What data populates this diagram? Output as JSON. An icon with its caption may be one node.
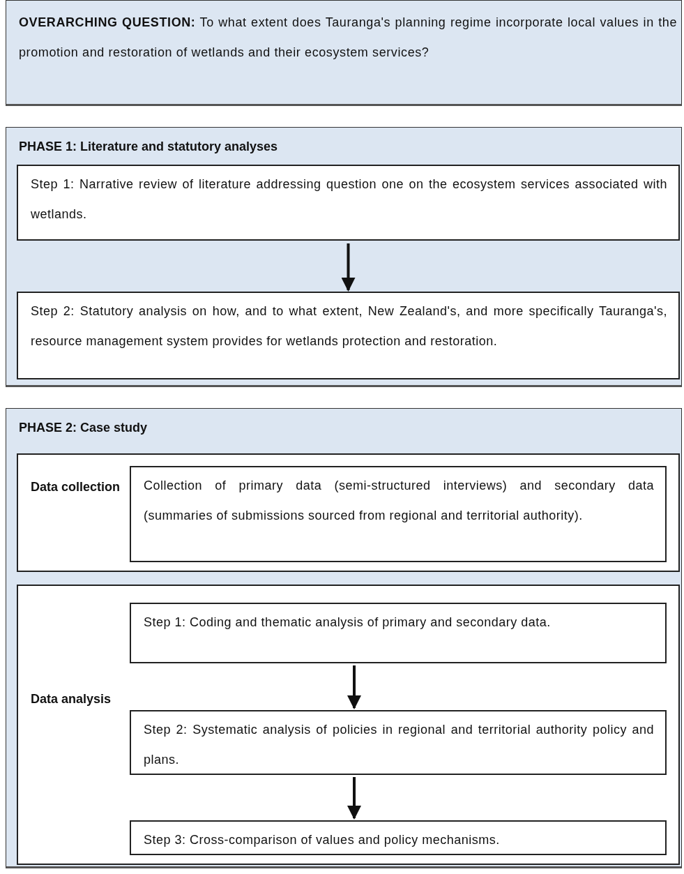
{
  "diagram": {
    "nodes": [
      {
        "text": [
          "**OVERARCHING QUESTION:** To what extent does Tauranga's planning regime incorporate local values in the promotion and restoration of wetlands and their ecosystem services?"
        ]
      },
      {
        "text": [
          "PHASE 1: Literature and statutory analyses"
        ]
      },
      {
        "text": [
          "Step 1: Narrative review of literature addressing question one on the ecosystem services associated with wetlands."
        ],
        "in": 1
      },
      {
        "text": [
          "Step 2: Statutory analysis on how, and to what extent, New Zealand's, and more specifically Tauranga's, resource management system provides for wetlands protection and restoration."
        ],
        "in": 1
      },
      {
        "text": [
          "PHASE 2: Case study"
        ]
      },
      {
        "text": [
          "Data collection"
        ],
        "in": 4
      },
      {
        "text": [
          "Collection of primary data (semi-structured interviews) and secondary data (summaries of submissions sourced from regional and territorial authority)."
        ],
        "in": 5
      },
      {
        "text": [
          "Data analysis"
        ],
        "in": 4
      },
      {
        "text": [
          "Step 1: Coding and thematic analysis of primary and secondary data."
        ],
        "in": 7
      },
      {
        "text": [
          "Step 2: Systematic analysis of policies in regional and territorial authority policy and plans."
        ],
        "in": 7
      },
      {
        "text": [
          "Step 3: Cross-comparison of values and policy mechanisms."
        ],
        "in": 7
      }
    ],
    "edges": [
      {
        "from": 2,
        "to": 3,
        "arrow": "to"
      },
      {
        "from": 8,
        "to": 9,
        "arrow": "to"
      },
      {
        "from": 9,
        "to": 10,
        "arrow": "to"
      }
    ]
  }
}
